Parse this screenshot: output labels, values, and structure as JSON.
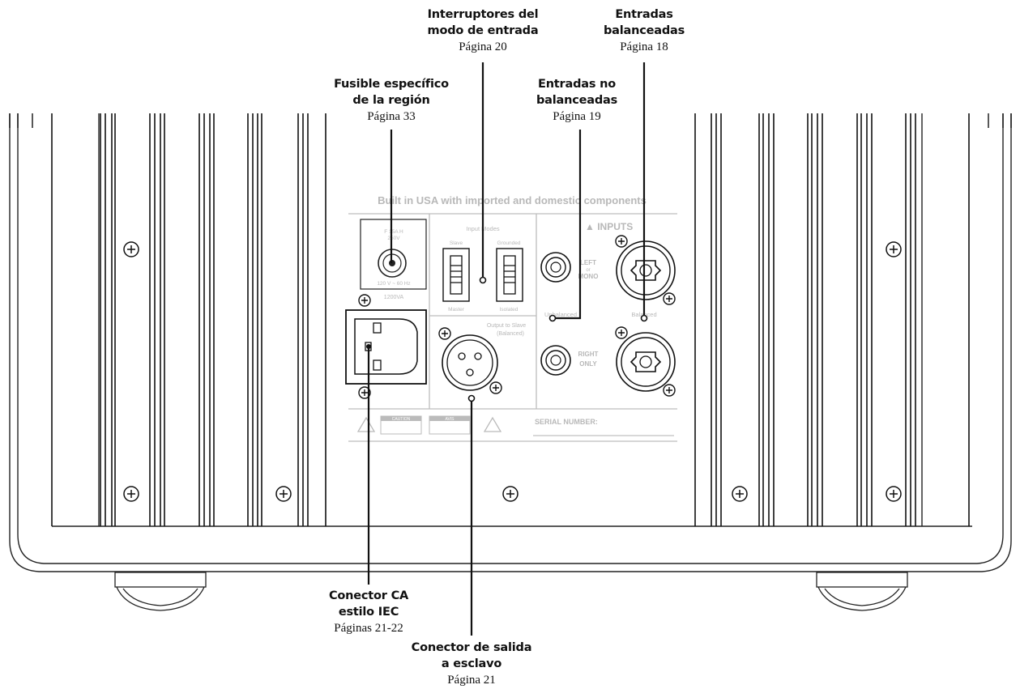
{
  "callouts": {
    "input_mode": {
      "line1": "Interruptores del",
      "line2": "modo de entrada",
      "page": "Página 20"
    },
    "balanced": {
      "line1": "Entradas",
      "line2": "balanceadas",
      "page": "Página 18"
    },
    "fuse": {
      "line1": "Fusible específico",
      "line2": "de la región",
      "page": "Página 33"
    },
    "unbalanced": {
      "line1": "Entradas no",
      "line2": "balanceadas",
      "page": "Página 19"
    },
    "iec": {
      "line1": "Conector CA",
      "line2": "estilo IEC",
      "page": "Páginas 21-22"
    },
    "slave_out": {
      "line1": "Conector de salida",
      "line2": "a esclavo",
      "page": "Página 21"
    }
  },
  "panel": {
    "built_in": "Built in USA with imported and domestic components",
    "input_modes": "Input Modes",
    "slave": "Slave",
    "master": "Master",
    "grounded": "Grounded",
    "isolated": "Isolated",
    "inputs": "▲ INPUTS",
    "left_or_mono": [
      "LEFT",
      "or",
      "MONO"
    ],
    "right_only": [
      "RIGHT",
      "ONLY"
    ],
    "unbalanced": "Unbalanced",
    "balanced": "Balanced",
    "output_to_slave": [
      "Output to Slave",
      "(Balanced)"
    ],
    "fuse_rating": [
      "F 15A H",
      "250V"
    ],
    "fuse_voltage": "120 V ~ 60 Hz",
    "power": "1200VA",
    "caution": "CAUTION",
    "avis": "AVIS",
    "serial": "SERIAL NUMBER:"
  }
}
